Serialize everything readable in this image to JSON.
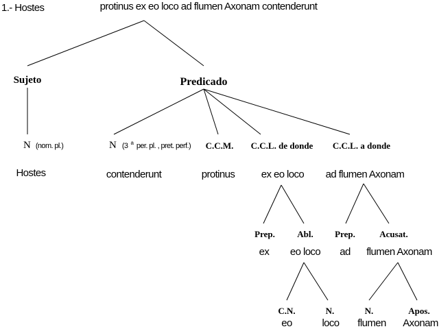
{
  "heading": "1.- Hostes",
  "sentence": "protinus ex eo loco ad flumen Axonam contenderunt",
  "labels": {
    "sujeto": "Sujeto",
    "predicado": "Predicado",
    "n_subject": "N",
    "n_subject_note": "(nom. pl.)",
    "n_verb": "N",
    "n_verb_note_pre": "(3",
    "n_verb_note_sup": "a",
    "n_verb_note_post": " per. pl. , pret. perf.)",
    "ccm": "C.C.M.",
    "ccl_donde": "C.C.L. de donde",
    "ccl_adonde": "C.C.L. a donde",
    "prep1": "Prep.",
    "abl": "Abl.",
    "prep2": "Prep.",
    "acusat": "Acusat.",
    "cn": "C.N.",
    "n_eo": "N.",
    "n_flumen": "N.",
    "apos": "Apos."
  },
  "words": {
    "hostes": "Hostes",
    "contenderunt": "contenderunt",
    "protinus": "protinus",
    "ex_eo_loco": "ex eo loco",
    "ad_flumen_axonam": "ad flumen Axonam",
    "ex": "ex",
    "eo_loco": "eo loco",
    "ad": "ad",
    "flumen_axonam": "flumen Axonam",
    "eo": "eo",
    "loco": "loco",
    "flumen": "flumen",
    "axonam": "Axonam"
  }
}
